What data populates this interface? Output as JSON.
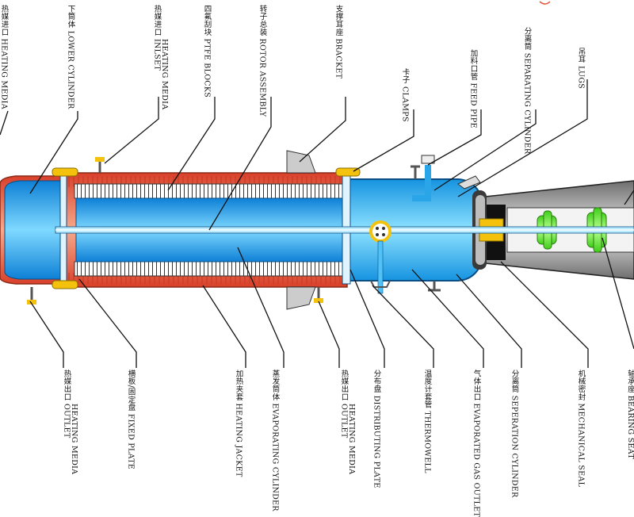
{
  "labels_top": [
    {
      "key": "heating_media_inlet",
      "cn": "热媒进口",
      "en": "HEATING MEDIA"
    },
    {
      "key": "lower_cylinder",
      "cn": "下筒体",
      "en": "LOWER CYLINDER"
    },
    {
      "key": "heating_media_inlset",
      "cn": "热媒进口",
      "en": "HEATING MEDIA INLSET"
    },
    {
      "key": "ptfe_blocks",
      "cn": "四氟刮块",
      "en": "PTFE BLOCKS"
    },
    {
      "key": "rotor_assembly",
      "cn": "转子总装",
      "en": "ROTOR ASSEMBLY"
    },
    {
      "key": "bracket",
      "cn": "支撑耳座",
      "en": "BRACKET"
    },
    {
      "key": "clamps",
      "cn": "卡子",
      "en": "CLAMPS"
    },
    {
      "key": "feed_pipe",
      "cn": "加料口管",
      "en": "FEED PIPE"
    },
    {
      "key": "separating_cylinder",
      "cn": "分离筒",
      "en": "SEPARATING CYLINDER"
    },
    {
      "key": "lugs",
      "cn": "吊耳",
      "en": "LUGS"
    }
  ],
  "labels_bottom": [
    {
      "key": "heating_media_outlet_1",
      "cn": "热媒出口",
      "en": "HEATING MEDIA OUTLET"
    },
    {
      "key": "fixed_plate",
      "cn": "横板/固定盘",
      "en": "FIXED PLATE"
    },
    {
      "key": "heating_jacket",
      "cn": "加热夹套",
      "en": "HEATING JACKET"
    },
    {
      "key": "evaporating_cylinder",
      "cn": "蒸发筒体",
      "en": "EVAPORATING CYLINDER"
    },
    {
      "key": "heating_media_outlet_2",
      "cn": "热媒出口",
      "en": "HEATING MEDIA OUTLET"
    },
    {
      "key": "distributing_plate",
      "cn": "分布盘",
      "en": "DISTRIBUTING PLATE"
    },
    {
      "key": "thermowell",
      "cn": "温度计套管",
      "en": "THERMOWELL"
    },
    {
      "key": "evaporated_gas_outlet",
      "cn": "气体出口",
      "en": "EVAPORATED GAS OUTLET"
    },
    {
      "key": "separation_cylinder",
      "cn": "分离筒",
      "en": "SEPERATION CYLINDER"
    },
    {
      "key": "mechanical_seal",
      "cn": "机械密封",
      "en": "MECHANICAL SEAL"
    },
    {
      "key": "bearing_seat",
      "cn": "轴承座",
      "en": "BEARING SEAT"
    }
  ],
  "colors": {
    "vessel_blue": "#27a7e8",
    "jacket_red": "#e8553a",
    "seal_green": "#66ff33",
    "flange_yellow": "#f4c20d",
    "housing_gray": "#8b8b8b"
  }
}
